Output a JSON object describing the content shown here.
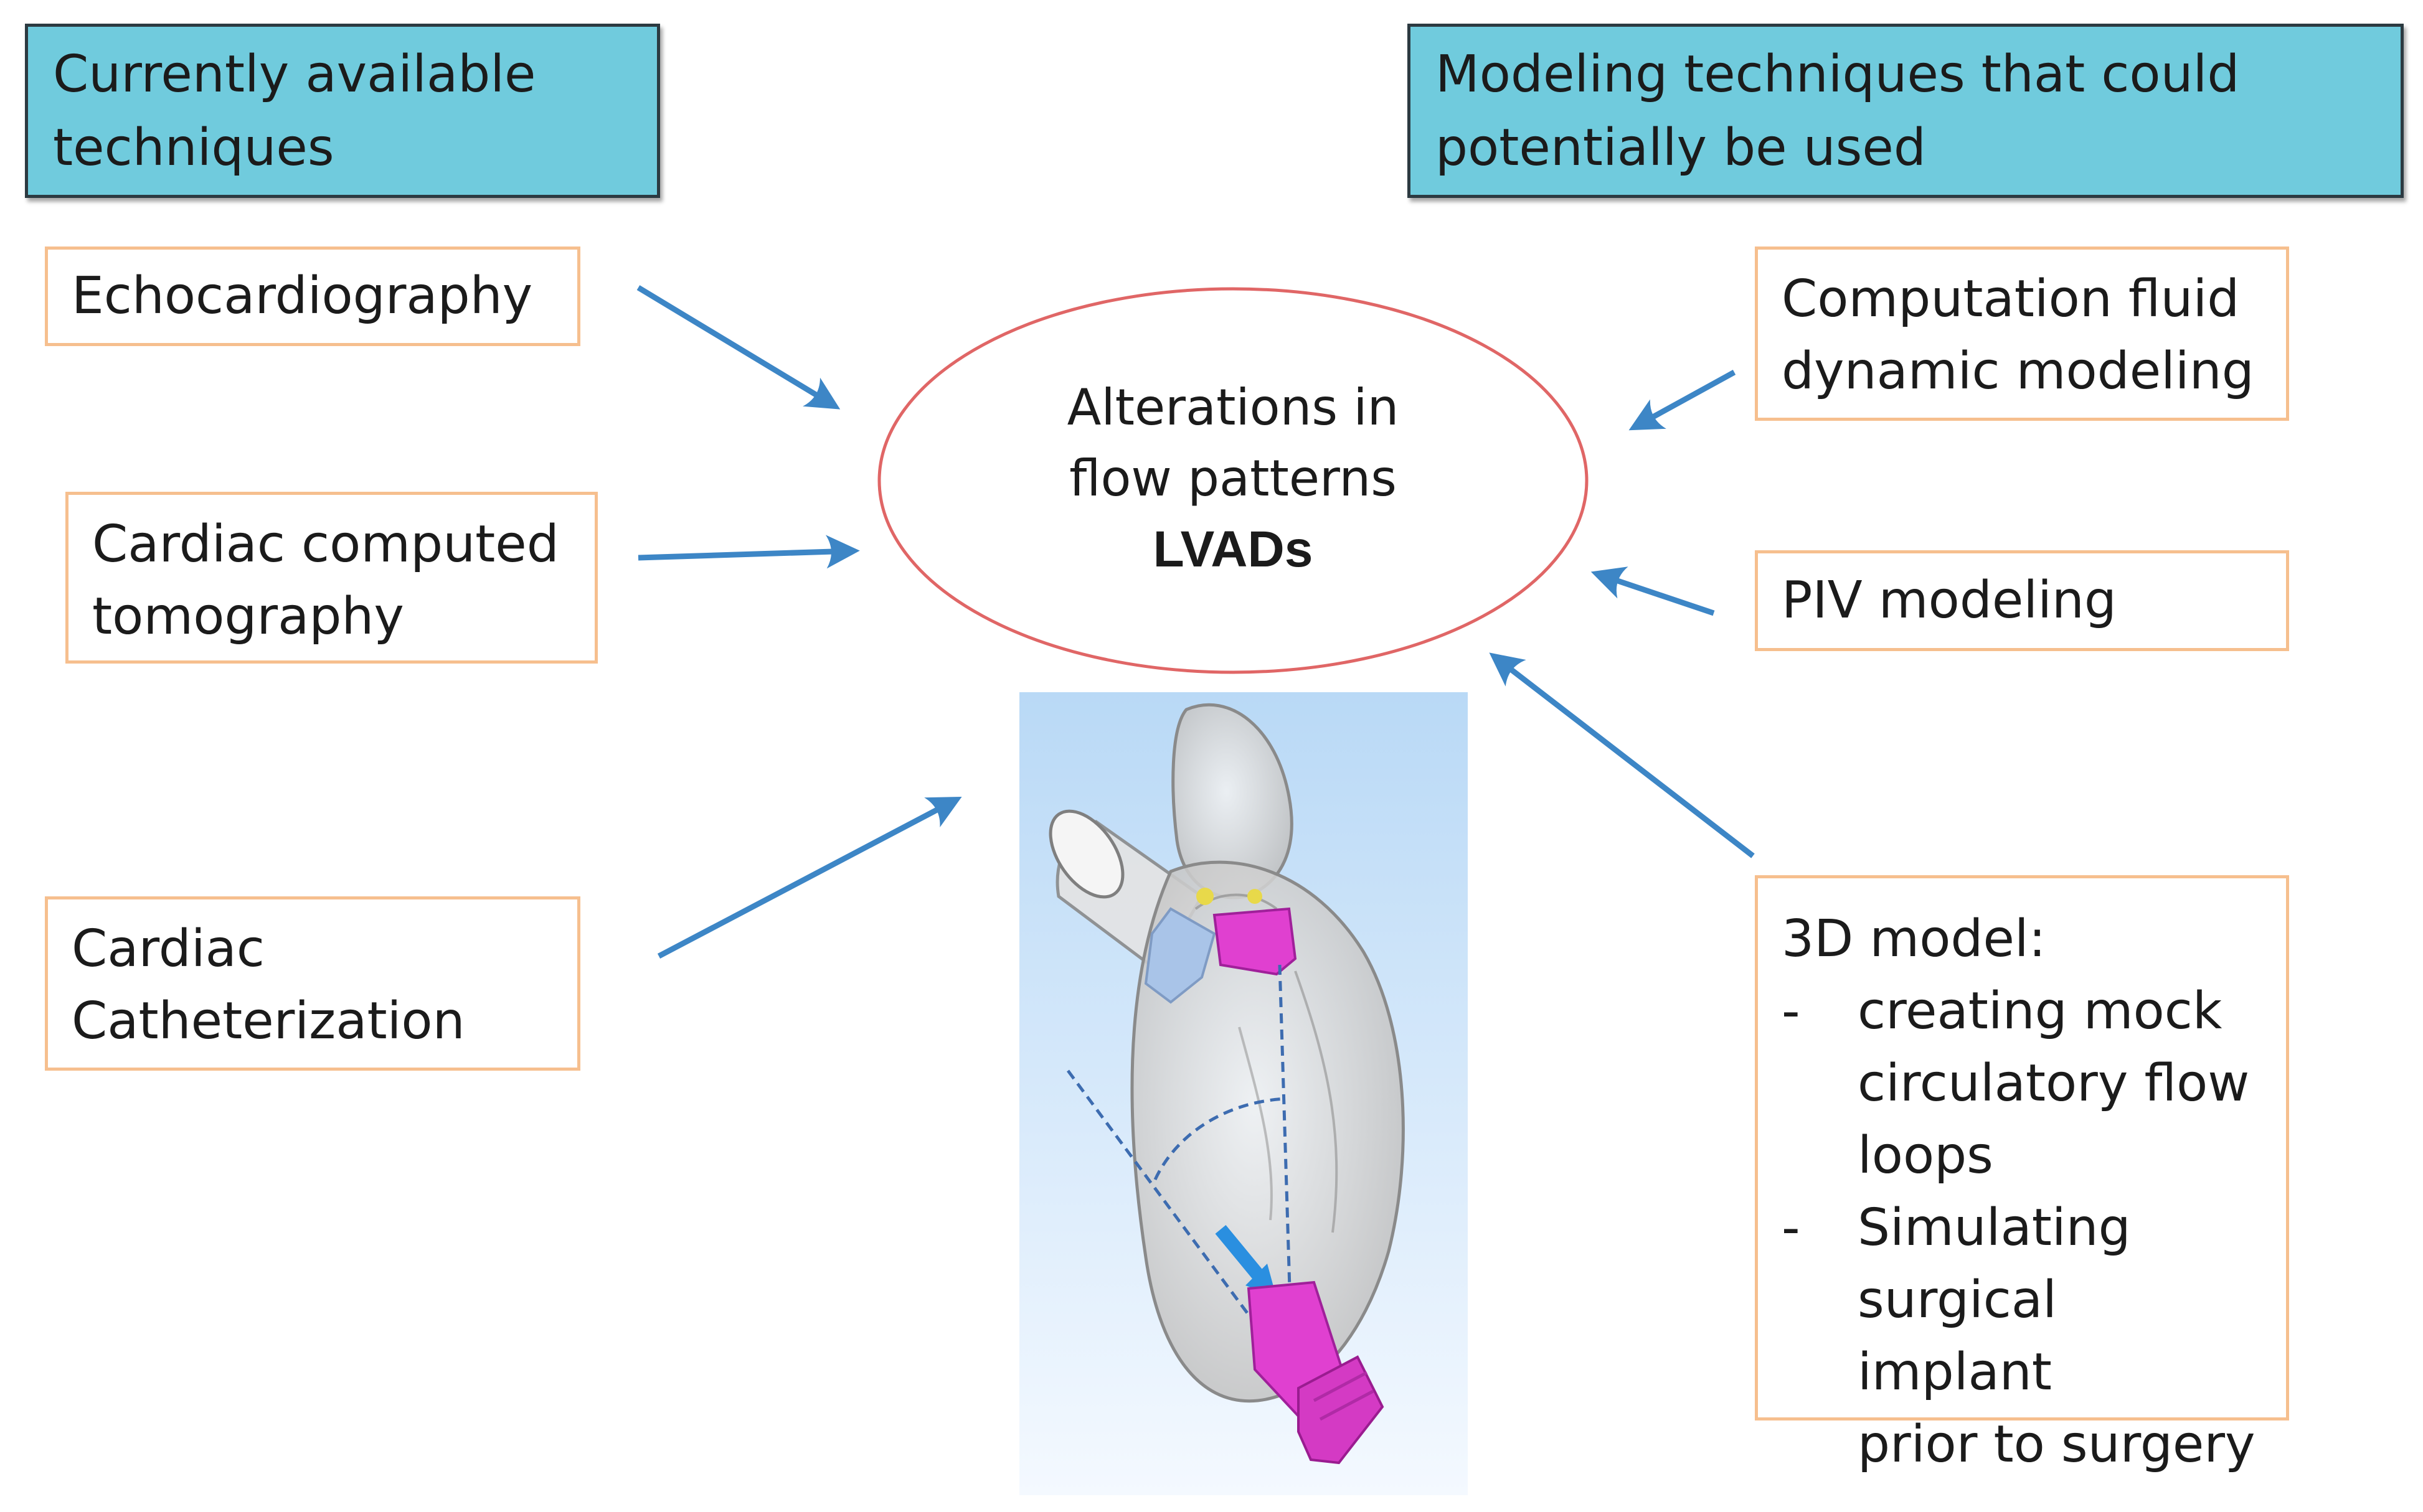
{
  "headers": {
    "left": [
      "Currently available",
      "techniques"
    ],
    "right": [
      "Modeling techniques that could",
      "potentially be used"
    ]
  },
  "center": {
    "line1": "Alterations in",
    "line2": "flow patterns",
    "line3": "LVADs"
  },
  "left_boxes": {
    "echo": "Echocardiography",
    "ct_line1": "Cardiac computed",
    "ct_line2": "tomography",
    "cath_line1": "Cardiac",
    "cath_line2": "Catheterization"
  },
  "right_boxes": {
    "cfd_line1": "Computation fluid",
    "cfd_line2": "dynamic modeling",
    "piv": "PIV modeling",
    "model_title": "3D model:",
    "dash": "-",
    "item1_l1": "creating mock",
    "item1_l2": "circulatory flow",
    "item1_l3": "loops",
    "item2_l1": "Simulating",
    "item2_l2": "surgical implant",
    "item2_l3": "prior to surgery"
  },
  "colors": {
    "header_fill": "#70cbdd",
    "box_border": "#f6bf8e",
    "ellipse_border": "#e06666",
    "arrow": "#3d86c6",
    "implant": "#e040d0"
  }
}
